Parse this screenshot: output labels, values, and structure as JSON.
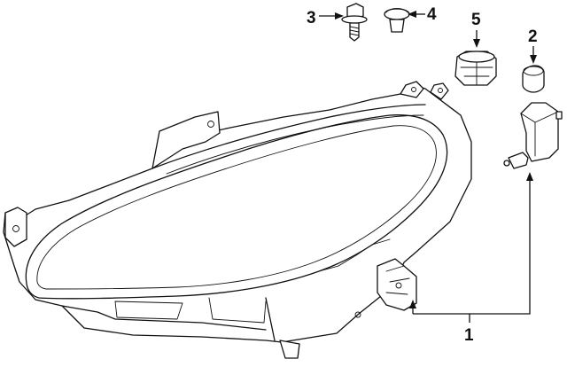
{
  "callouts": {
    "c1": "1",
    "c2": "2",
    "c3": "3",
    "c4": "4",
    "c5": "5"
  },
  "parts": [
    {
      "callout": "1",
      "icon": "headlamp-assembly-icon"
    },
    {
      "callout": "2",
      "icon": "bulb-socket-cap-icon"
    },
    {
      "callout": "3",
      "icon": "bolt-with-washer-icon"
    },
    {
      "callout": "4",
      "icon": "push-clip-icon"
    },
    {
      "callout": "5",
      "icon": "bulb-socket-icon"
    }
  ]
}
